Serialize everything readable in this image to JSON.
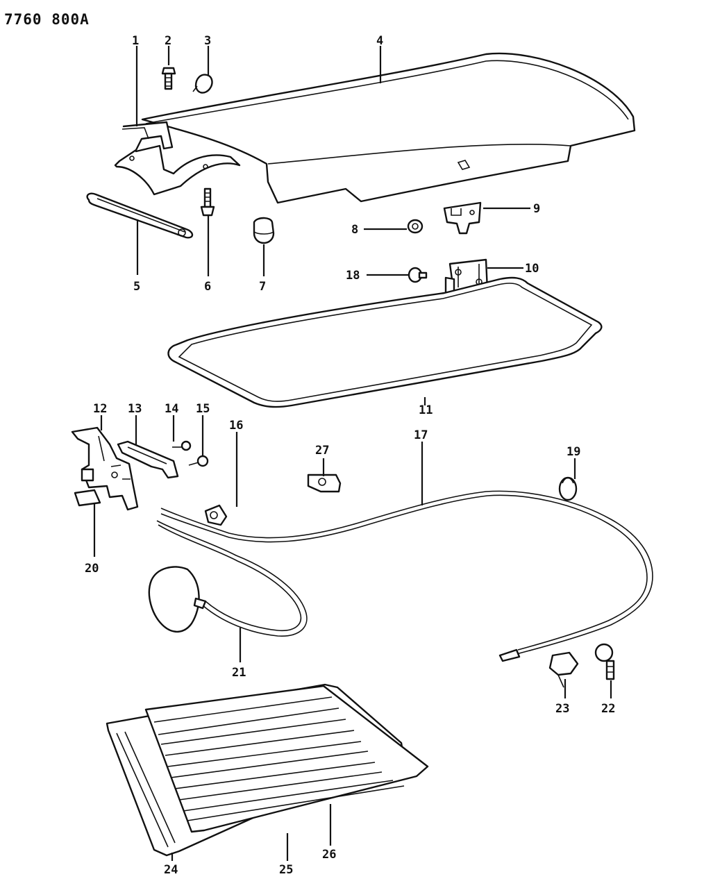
{
  "diagram_code": "7760 800A",
  "callouts": {
    "c1": "1",
    "c2": "2",
    "c3": "3",
    "c4": "4",
    "c5": "5",
    "c6": "6",
    "c7": "7",
    "c8": "8",
    "c9": "9",
    "c10": "10",
    "c11": "11",
    "c12": "12",
    "c13": "13",
    "c14": "14",
    "c15": "15",
    "c16": "16",
    "c17": "17",
    "c18": "18",
    "c19": "19",
    "c20": "20",
    "c21": "21",
    "c22": "22",
    "c23": "23",
    "c24": "24",
    "c25": "25",
    "c26": "26",
    "c27": "27"
  }
}
